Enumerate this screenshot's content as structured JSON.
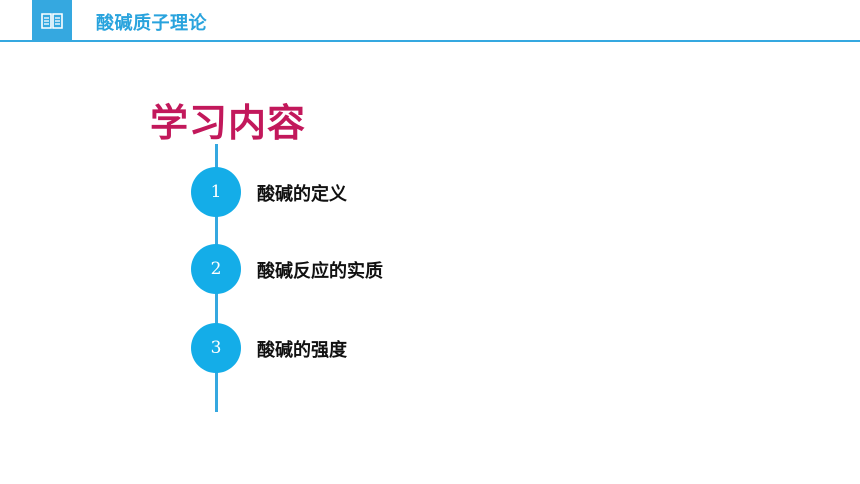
{
  "header": {
    "icon": "open-book-icon",
    "title": "酸碱质子理论"
  },
  "section": {
    "title": "学习内容"
  },
  "items": [
    {
      "number": "1",
      "label": "酸碱的定义"
    },
    {
      "number": "2",
      "label": "酸碱反应的实质"
    },
    {
      "number": "3",
      "label": "酸碱的强度"
    }
  ],
  "colors": {
    "accent": "#35A8E0",
    "title": "#C2185B",
    "circle": "#14ADE8"
  }
}
